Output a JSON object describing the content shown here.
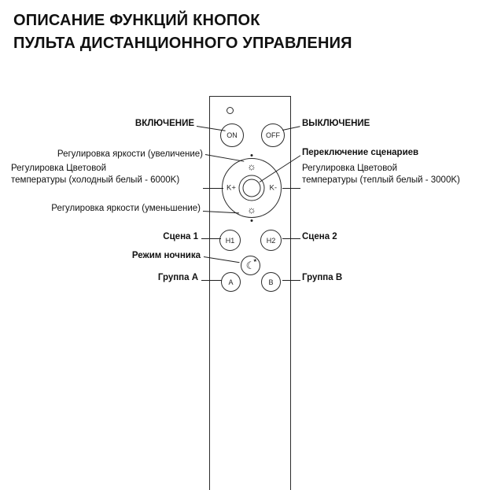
{
  "title": {
    "line1": "ОПИСАНИЕ ФУНКЦИЙ КНОПОК",
    "line2": "ПУЛЬТА ДИСТАНЦИОННОГО УПРАВЛЕНИЯ"
  },
  "remote": {
    "on": "ON",
    "off": "OFF",
    "k_plus": "K+",
    "k_minus": "K-",
    "h1": "H1",
    "h2": "H2",
    "a": "A",
    "b": "B"
  },
  "icons": {
    "brightness_up": "☼",
    "brightness_down": "☼",
    "night_moon": "☾",
    "night_star": "★"
  },
  "labels": {
    "power_on": "ВКЛЮЧЕНИЕ",
    "power_off": "ВЫКЛЮЧЕНИЕ",
    "brightness_up": "Регулировка яркости (увеличение)",
    "scene_switch": "Переключение сценариев",
    "cct_cold_line1": "Регулировка Цветовой",
    "cct_cold_line2": "температуры (холодный белый - 6000K)",
    "cct_warm_line1": "Регулировка Цветовой",
    "cct_warm_line2": "температуры (теплый белый - 3000K)",
    "brightness_down": "Регулировка яркости (уменьшение)",
    "scene_1": "Сцена 1",
    "scene_2": "Сцена 2",
    "night_mode": "Режим ночника",
    "group_a": "Группа A",
    "group_b": "Группа B"
  }
}
